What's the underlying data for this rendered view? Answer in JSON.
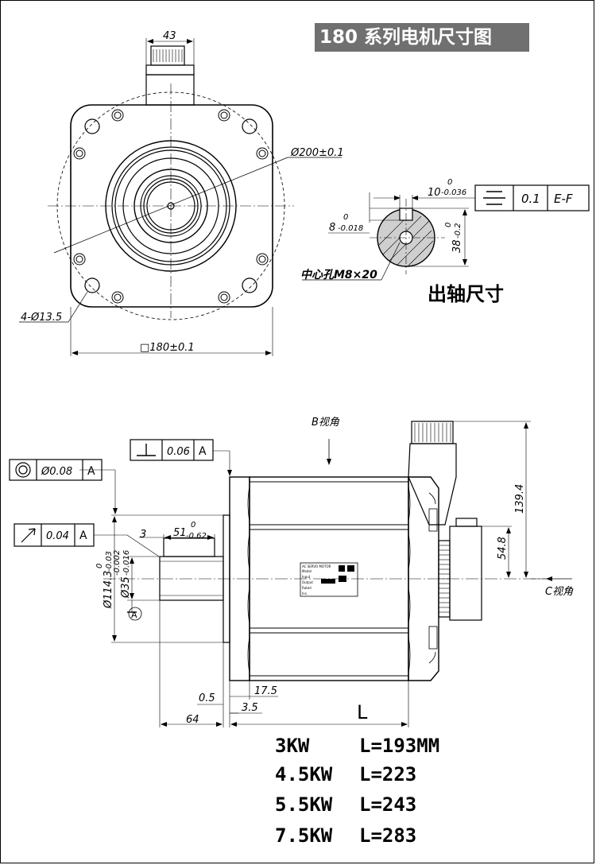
{
  "title": "180 系列电机尺寸图",
  "front_view": {
    "top_width": "43",
    "pcd": "Ø200±0.1",
    "holes": "4-Ø13.5",
    "square": "□180±0.1"
  },
  "shaft_section": {
    "title": "出轴尺寸",
    "key_width": "10",
    "key_width_tol_upper": "0",
    "key_width_tol_lower": "-0.036",
    "key_depth": "8",
    "key_depth_tol_upper": "0",
    "key_depth_tol_lower": "-0.018",
    "shaft_height": "38",
    "shaft_height_tol_upper": "0",
    "shaft_height_tol_lower": "-0.2",
    "center_hole": "中心孔M8×20",
    "tolerance_frame": {
      "symbol": "=",
      "value": "0.1",
      "datum": "E-F"
    }
  },
  "side_view": {
    "view_b": "B视角",
    "view_c": "C视角",
    "perp_frame": {
      "value": "0.06",
      "datum": "A"
    },
    "conc_frame": {
      "value": "Ø0.08",
      "datum": "A"
    },
    "runout_frame": {
      "value": "0.04",
      "datum": "A"
    },
    "datum_a": "A",
    "dim_3": "3",
    "shaft_len": "51",
    "shaft_len_tol_upper": "0",
    "shaft_len_tol_lower": "-0.62",
    "spigot": "Ø114.3",
    "spigot_tol_upper": "0",
    "spigot_tol_lower": "-0.03",
    "shaft_dia": "Ø35",
    "shaft_dia_tol_upper": "-0.002",
    "shaft_dia_tol_lower": "-0.016",
    "height_total": "139.4",
    "height_conn": "54.8",
    "d_05": "0.5",
    "d_175": "17.5",
    "d_35": "3.5",
    "d_64": "64",
    "length_label": "L",
    "nameplate_lines": [
      "AC SERVO MOTOR",
      "Model",
      "Input",
      "Output",
      "Rated",
      "Ins."
    ]
  },
  "specs": [
    {
      "power": "3KW",
      "length": "L=193MM"
    },
    {
      "power": "4.5KW",
      "length": "L=223"
    },
    {
      "power": "5.5KW",
      "length": "L=243"
    },
    {
      "power": "7.5KW",
      "length": "L=283"
    }
  ]
}
